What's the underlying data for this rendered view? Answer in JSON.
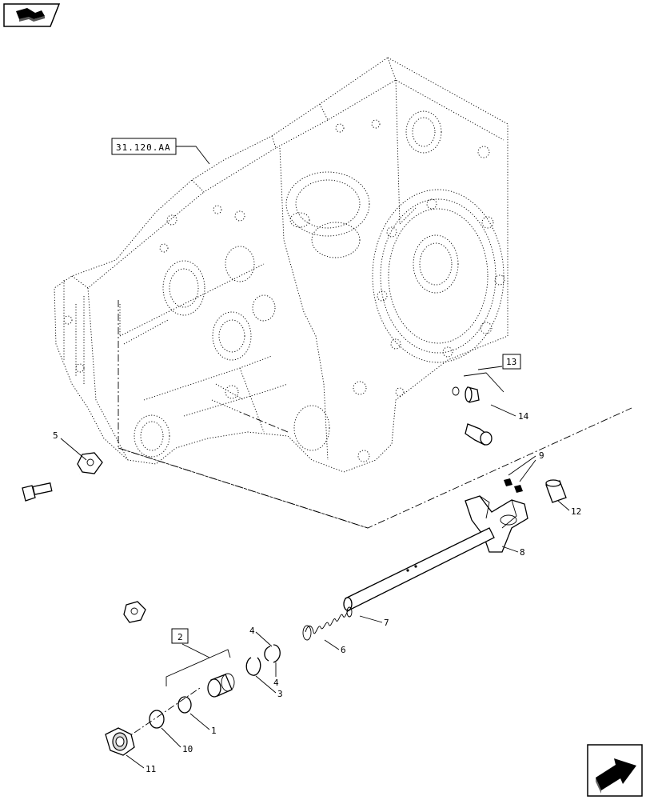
{
  "header": {
    "nav_back_icon": "return-to-index-icon"
  },
  "reference": {
    "label": "31.120.AA"
  },
  "callouts": {
    "c1": "1",
    "c2": "2",
    "c3": "3",
    "c4a": "4",
    "c4b": "4",
    "c5": "5",
    "c6": "6",
    "c7": "7",
    "c8": "8",
    "c9": "9",
    "c10": "10",
    "c11": "11",
    "c12": "12",
    "c13": "13",
    "c14": "14"
  },
  "footer": {
    "nav_next_icon": "next-page-arrow-icon"
  }
}
